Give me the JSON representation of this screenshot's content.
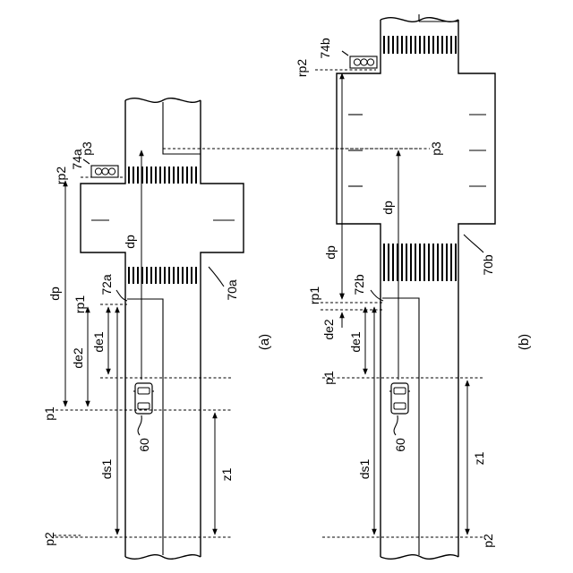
{
  "panel_a": {
    "caption": "(a)",
    "road_ref": "70a",
    "stop_line_ref": "72a",
    "signal_ref": "74a",
    "vehicle_ref": "60",
    "points": {
      "p1": "p1",
      "p2": "p2",
      "p3": "p3",
      "rp1": "rp1",
      "rp2": "rp2"
    },
    "distances": {
      "dp_road": "dp",
      "dp_side": "dp",
      "de1": "de1",
      "de2": "de2",
      "ds1": "ds1",
      "z1": "z1"
    }
  },
  "panel_b": {
    "caption": "(b)",
    "road_ref": "70b",
    "stop_line_ref": "72b",
    "signal_ref": "74b",
    "vehicle_ref": "60",
    "points": {
      "p1": "p1",
      "p2": "p2",
      "p3": "p3",
      "rp1": "rp1",
      "rp2": "rp2"
    },
    "distances": {
      "dp_road": "dp",
      "dp_side": "dp",
      "de1": "de1",
      "de2": "de2",
      "ds1": "ds1",
      "z1": "z1"
    }
  },
  "colors": {
    "line": "#000000",
    "background": "#ffffff"
  }
}
